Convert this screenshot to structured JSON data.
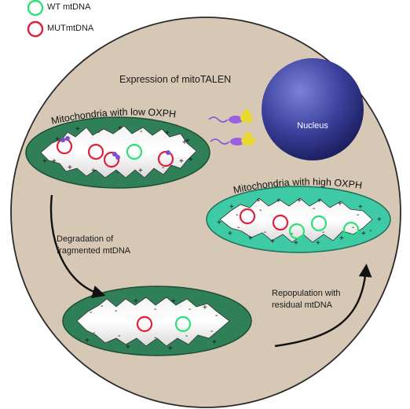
{
  "legend": {
    "wt": {
      "label": "WT mtDNA",
      "color": "#2ee07a"
    },
    "mut": {
      "label": "MUTmtDNA",
      "color": "#e0203a"
    }
  },
  "main_title": "Expression of mitoTALEN",
  "nucleus_label": "Nucleus",
  "mito_low": {
    "title": "Mitochondria with low OXPHOS",
    "color": "#2f7f58"
  },
  "mito_high": {
    "title": "Mitochondria with high OXPHOS",
    "color": "#3fcaa6"
  },
  "mito_mid": {
    "color": "#2f7f58"
  },
  "steps": {
    "degradation": [
      "Degradation of",
      "fragmented mtDNA"
    ],
    "repopulation": [
      "Repopulation with",
      "residual mtDNA"
    ]
  },
  "colors": {
    "cell": "#d6c8b4",
    "nucleus": "#3a3f9a",
    "talen_purple": "#8a55d6",
    "talen_yellow": "#e8d830"
  }
}
